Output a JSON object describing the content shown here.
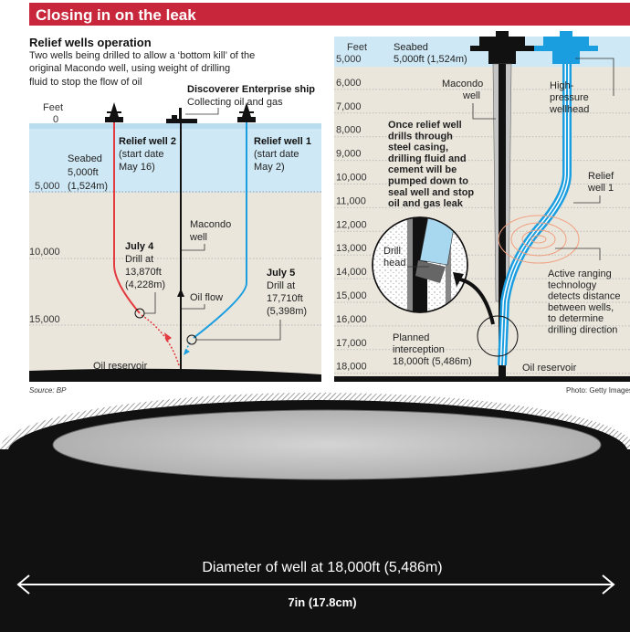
{
  "title": "Closing in on the leak",
  "left": {
    "heading": "Relief wells operation",
    "intro": [
      "Two wells being drilled to allow a ‘bottom kill’ of the",
      "original Macondo well, using weight of drilling",
      "fluid to stop the flow of oil"
    ],
    "ship_title": "Discoverer Enterprise ship",
    "ship_sub": "Collecting oil and gas",
    "feet": "Feet",
    "depths": [
      "0",
      "5,000",
      "10,000",
      "15,000"
    ],
    "seabed": [
      "Seabed",
      "5,000ft",
      "(1,524m)"
    ],
    "rw2": [
      "Relief well 2",
      "(start date",
      "May 16)"
    ],
    "rw1": [
      "Relief well 1",
      "(start date",
      "May 2)"
    ],
    "macondo": [
      "Macondo",
      "well"
    ],
    "july4": [
      "July 4",
      "Drill at",
      "13,870ft",
      "(4,228m)"
    ],
    "july5": [
      "July 5",
      "Drill at",
      "17,710ft",
      "(5,398m)"
    ],
    "oilflow": "Oil flow",
    "reservoir": "Oil reservoir",
    "source": "Source: BP",
    "colors": {
      "rw2": "#e23a3e",
      "rw1": "#1a9ee0",
      "water": "#cfe8f5",
      "ground": "#ebe6dc"
    }
  },
  "right": {
    "feet": "Feet",
    "depths": [
      "5,000",
      "6,000",
      "7,000",
      "8,000",
      "9,000",
      "10,000",
      "11,000",
      "12,000",
      "13,000",
      "14,000",
      "15,000",
      "16,000",
      "17,000",
      "18,000"
    ],
    "seabed": [
      "Seabed",
      "5,000ft (1,524m)"
    ],
    "macondo": [
      "Macondo",
      "well"
    ],
    "wellhead": [
      "High-",
      "pressure",
      "wellhead"
    ],
    "relief": [
      "Relief",
      "well 1"
    ],
    "note": [
      "Once relief well",
      "drills through",
      "steel casing,",
      "drilling fluid and",
      "cement will be",
      "pumped down to",
      "seal well and stop",
      "oil and gas leak"
    ],
    "drillhead": [
      "Drill",
      "head"
    ],
    "ranging": [
      "Active ranging",
      "technology",
      "detects distance",
      "between wells,",
      "to determine",
      "drilling direction"
    ],
    "interception": [
      "Planned",
      "interception",
      "18,000ft (5,486m)"
    ],
    "reservoir": "Oil reservoir",
    "credit": "Photo: Getty Images"
  },
  "bottom": {
    "caption": "Diameter of well at 18,000ft (5,486m)",
    "size": "7in (17.8cm)"
  }
}
